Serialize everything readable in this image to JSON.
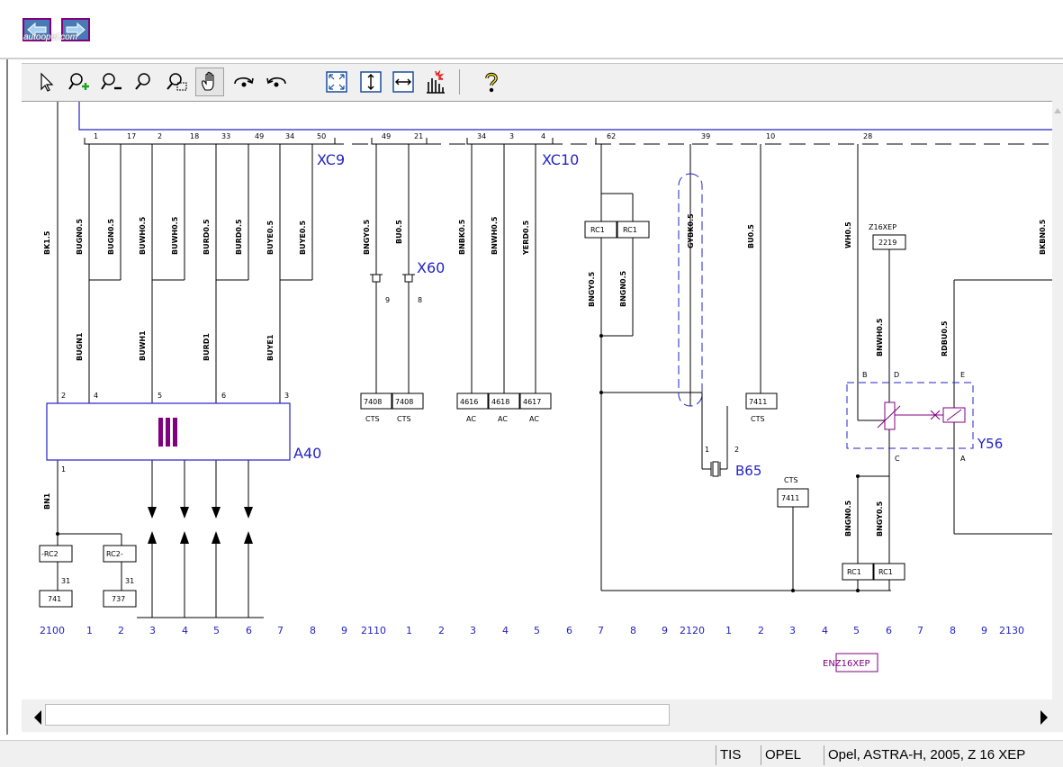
{
  "window": {
    "watermark": "autoopel.com"
  },
  "toolbar": {
    "tools": [
      {
        "icon": "pointer-icon"
      },
      {
        "icon": "zoom-in-icon"
      },
      {
        "icon": "zoom-out-icon"
      },
      {
        "icon": "zoom-icon"
      },
      {
        "icon": "zoom-window-icon"
      },
      {
        "icon": "hand-pan-icon",
        "active": true
      },
      {
        "icon": "rotate-forward-icon"
      },
      {
        "icon": "rotate-back-icon"
      },
      {
        "icon": "fit-page-icon"
      },
      {
        "icon": "fit-height-icon"
      },
      {
        "icon": "fit-width-icon"
      },
      {
        "icon": "highlight-icon"
      },
      {
        "icon": "help-icon"
      }
    ]
  },
  "schematic": {
    "connectors": {
      "xc9": "XC9",
      "xc10": "XC10",
      "x60": "X60"
    },
    "xc9_pins": [
      "1",
      "17",
      "2",
      "18",
      "33",
      "49",
      "34",
      "50"
    ],
    "xc10_pins": [
      "49",
      "21",
      "34",
      "3",
      "4",
      "62",
      "39",
      "10",
      "28"
    ],
    "wires": [
      "BK1.5",
      "BUGN0.5",
      "BUGN0.5",
      "BUWH0.5",
      "BUWH0.5",
      "BURD0.5",
      "BURD0.5",
      "BUYE0.5",
      "BUYE0.5",
      "BNGY0.5",
      "BU0.5",
      "BNBK0.5",
      "BNWH0.5",
      "YERD0.5",
      "BNGY0.5",
      "BNGN0.5",
      "GYBK0.5",
      "BU0.5",
      "WH0.5",
      "BKBN0.5",
      "BNWH0.5",
      "RDBU0.5",
      "BNGN0.5",
      "BNGY0.5",
      "BUGN1",
      "BUWH1",
      "BURD1",
      "BUYE1",
      "BN1"
    ],
    "a40": {
      "label": "A40",
      "pins": [
        "2",
        "4",
        "5",
        "6",
        "3",
        "1"
      ]
    },
    "x60_pins": [
      "9",
      "8"
    ],
    "refs_bottom": [
      {
        "num": "7408",
        "sub": "CTS"
      },
      {
        "num": "7408",
        "sub": "CTS"
      },
      {
        "num": "4616",
        "sub": "AC"
      },
      {
        "num": "4618",
        "sub": "AC"
      },
      {
        "num": "4617",
        "sub": "AC"
      },
      {
        "num": "7411",
        "sub": "CTS"
      }
    ],
    "rc_boxes": [
      "RC1",
      "RC1",
      "RC1",
      "RC1",
      "-RC2",
      "RC2-"
    ],
    "left_refs": [
      {
        "pin": "31",
        "num": "741"
      },
      {
        "pin": "31",
        "num": "737"
      }
    ],
    "b65": {
      "label": "B65",
      "pins": [
        "1",
        "2"
      ]
    },
    "cts_box": {
      "top": "CTS",
      "num": "7411"
    },
    "y56": {
      "label": "Y56",
      "pins": [
        "B",
        "D",
        "E",
        "C",
        "A"
      ]
    },
    "z16xep": {
      "label": "Z16XEP",
      "num": "2219"
    },
    "grid_numbers": [
      "2100",
      "1",
      "2",
      "3",
      "4",
      "5",
      "6",
      "7",
      "8",
      "9",
      "2110",
      "1",
      "2",
      "3",
      "4",
      "5",
      "6",
      "7",
      "8",
      "9",
      "2120",
      "1",
      "2",
      "3",
      "4",
      "5",
      "6",
      "7",
      "8",
      "9",
      "2130"
    ],
    "engine_tag": "ENZ16XEP"
  },
  "statusbar": {
    "panels": [
      "TIS",
      "OPEL",
      "Opel, ASTRA-H, 2005, Z 16 XEP"
    ]
  }
}
